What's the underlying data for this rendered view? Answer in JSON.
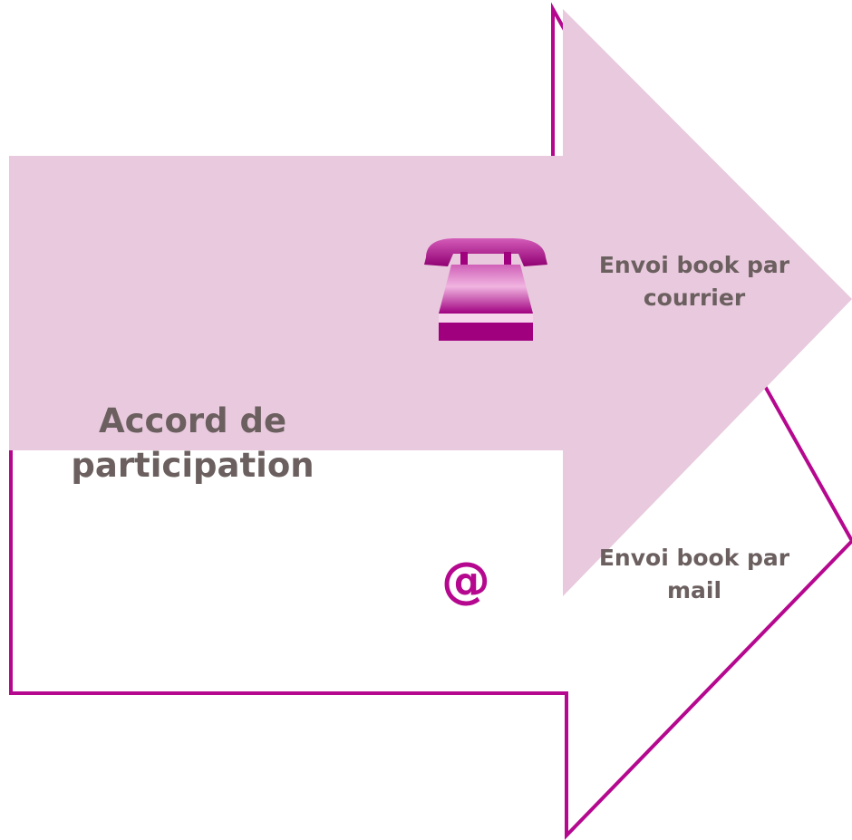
{
  "main_label": "Accord de participation",
  "arrows": [
    {
      "label": "Envoi book par courrier",
      "icon": "telephone-icon",
      "style": "filled"
    },
    {
      "label": "Envoi book par mail",
      "icon": "at-sign-icon",
      "icon_glyph": "@",
      "style": "outline"
    }
  ],
  "colors": {
    "arrow_fill": "#e8c9dd",
    "arrow_outline": "#b5088f",
    "icon_magenta": "#b5088f",
    "text": "#6b5f5f"
  }
}
